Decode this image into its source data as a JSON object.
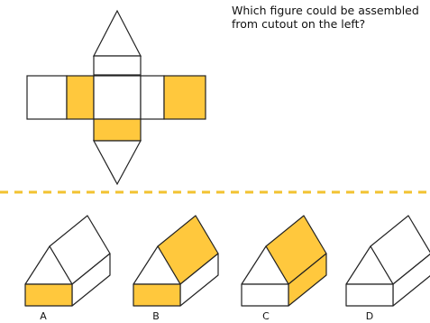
{
  "question": "Which figure could be assembled from cutout on the left?",
  "colors": {
    "fill_yellow": "#ffc83d",
    "stroke": "#222222",
    "divider": "#f2c230",
    "paper": "#ffffff"
  },
  "options": [
    {
      "label": "A",
      "shaded_faces": [
        "front"
      ]
    },
    {
      "label": "B",
      "shaded_faces": [
        "front",
        "roof"
      ]
    },
    {
      "label": "C",
      "shaded_faces": [
        "roof",
        "side"
      ]
    },
    {
      "label": "D",
      "shaded_faces": []
    }
  ]
}
